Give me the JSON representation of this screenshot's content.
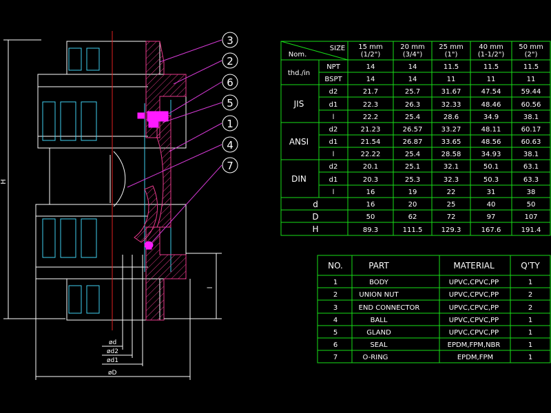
{
  "dimension_table": {
    "corner_top": "SIZE",
    "corner_bottom": "Nom.",
    "sizes": [
      {
        "mm": "15  mm",
        "inch": "(1/2\")"
      },
      {
        "mm": "20  mm",
        "inch": "(3/4\")"
      },
      {
        "mm": "25  mm",
        "inch": "(1\")"
      },
      {
        "mm": "40  mm",
        "inch": "(1-1/2\")"
      },
      {
        "mm": "50  mm",
        "inch": "(2\")"
      }
    ],
    "groups": [
      {
        "label": "thd./in",
        "rows": [
          {
            "sub": "NPT",
            "values": [
              "14",
              "14",
              "11.5",
              "11.5",
              "11.5"
            ]
          },
          {
            "sub": "BSPT",
            "values": [
              "14",
              "14",
              "11",
              "11",
              "11"
            ]
          }
        ]
      },
      {
        "label": "JIS",
        "rows": [
          {
            "sub": "d2",
            "values": [
              "21.7",
              "25.7",
              "31.67",
              "47.54",
              "59.44"
            ]
          },
          {
            "sub": "d1",
            "values": [
              "22.3",
              "26.3",
              "32.33",
              "48.46",
              "60.56"
            ]
          },
          {
            "sub": "l",
            "values": [
              "22.2",
              "25.4",
              "28.6",
              "34.9",
              "38.1"
            ]
          }
        ]
      },
      {
        "label": "ANSI",
        "rows": [
          {
            "sub": "d2",
            "values": [
              "21.23",
              "26.57",
              "33.27",
              "48.11",
              "60.17"
            ]
          },
          {
            "sub": "d1",
            "values": [
              "21.54",
              "26.87",
              "33.65",
              "48.56",
              "60.63"
            ]
          },
          {
            "sub": "l",
            "values": [
              "22.22",
              "25.4",
              "28.58",
              "34.93",
              "38.1"
            ]
          }
        ]
      },
      {
        "label": "DIN",
        "rows": [
          {
            "sub": "d2",
            "values": [
              "20.1",
              "25.1",
              "32.1",
              "50.1",
              "63.1"
            ]
          },
          {
            "sub": "d1",
            "values": [
              "20.3",
              "25.3",
              "32.3",
              "50.3",
              "63.3"
            ]
          },
          {
            "sub": "l",
            "values": [
              "16",
              "19",
              "22",
              "31",
              "38"
            ]
          }
        ]
      }
    ],
    "single_rows": [
      {
        "label": "d",
        "values": [
          "16",
          "20",
          "25",
          "40",
          "50"
        ]
      },
      {
        "label": "D",
        "values": [
          "50",
          "62",
          "72",
          "97",
          "107"
        ]
      },
      {
        "label": "H",
        "values": [
          "89.3",
          "111.5",
          "129.3",
          "167.6",
          "191.4"
        ]
      }
    ]
  },
  "parts_table": {
    "headers": [
      "NO.",
      "PART",
      "MATERIAL",
      "Q'TY"
    ],
    "rows": [
      {
        "no": "1",
        "part": "BODY",
        "material": "UPVC,CPVC,PP",
        "qty": "1"
      },
      {
        "no": "2",
        "part": "UNION  NUT",
        "material": "UPVC,CPVC,PP",
        "qty": "2"
      },
      {
        "no": "3",
        "part": "END  CONNECTOR",
        "material": "UPVC,CPVC,PP",
        "qty": "2"
      },
      {
        "no": "4",
        "part": "BALL",
        "material": "UPVC,CPVC,PP",
        "qty": "1"
      },
      {
        "no": "5",
        "part": "GLAND",
        "material": "UPVC,CPVC,PP",
        "qty": "1"
      },
      {
        "no": "6",
        "part": "SEAL",
        "material": "EPDM,FPM,NBR",
        "qty": "1"
      },
      {
        "no": "7",
        "part": "O-RING",
        "material": "EPDM,FPM",
        "qty": "1"
      }
    ]
  },
  "drawing": {
    "callouts": [
      "3",
      "2",
      "6",
      "5",
      "1",
      "4",
      "7"
    ],
    "dim_labels": {
      "H": "H",
      "l": "l",
      "d": "ød",
      "d2": "ød2",
      "d1": "ød1",
      "D": "øD"
    },
    "colors": {
      "background": "#000000",
      "outline": "#ffffff",
      "hatch": "#e83a8c",
      "seal": "#ff1aff",
      "centerline": "#e02020",
      "table_grid": "#18e018",
      "leader": "#d63ad6",
      "cyan_detail": "#40d0f0",
      "text": "#ffffff"
    }
  }
}
